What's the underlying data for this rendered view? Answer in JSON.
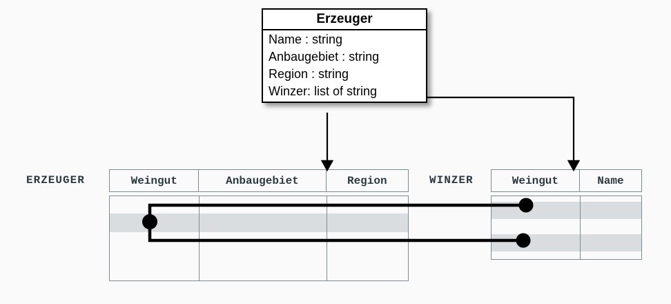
{
  "diagram": {
    "title_hidden": "",
    "uml_class": {
      "name": "Erzeuger",
      "attributes": [
        "Name : string",
        "Anbaugebiet : string",
        "Region : string",
        "Winzer: list of string"
      ]
    },
    "tables": [
      {
        "id": "erzeuger",
        "label": "ERZEUGER",
        "columns": [
          "Weingut",
          "Anbaugebiet",
          "Region"
        ],
        "rows": [
          {
            "cells": [
              "",
              "",
              ""
            ],
            "highlight": false
          },
          {
            "cells": [
              "",
              "",
              ""
            ],
            "highlight": true
          },
          {
            "cells": [
              "",
              "",
              ""
            ],
            "highlight": false
          },
          {
            "cells": [
              "",
              "",
              ""
            ],
            "highlight": false
          }
        ]
      },
      {
        "id": "winzer",
        "label": "WINZER",
        "columns": [
          "Weingut",
          "Name"
        ],
        "rows": [
          {
            "cells": [
              "",
              ""
            ],
            "highlight": true
          },
          {
            "cells": [
              "",
              ""
            ],
            "highlight": false
          },
          {
            "cells": [
              "",
              ""
            ],
            "highlight": true
          }
        ]
      }
    ],
    "colors": {
      "background": "#fafafa",
      "table_border": "#7b8c91",
      "header_text": "#2b3a40",
      "row_highlight": "#dadde0",
      "uml_border": "#000000",
      "connector": "#000000"
    },
    "connectors": [
      {
        "name": "erzeuger-mapping-arrow",
        "from": "Erzeuger class box",
        "to": "ERZEUGER table"
      },
      {
        "name": "winzer-mapping-arrow",
        "from": "Winzer attribute",
        "to": "WINZER table"
      },
      {
        "name": "row-link-upper",
        "from": "ERZEUGER row 2 Weingut",
        "to": "WINZER row 1 Weingut"
      },
      {
        "name": "row-link-lower",
        "from": "ERZEUGER row 2 Weingut",
        "to": "WINZER row 3 Weingut"
      }
    ]
  }
}
